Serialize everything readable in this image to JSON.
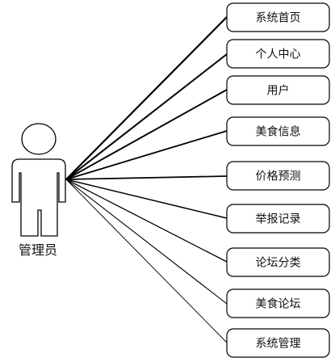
{
  "actor": {
    "name": "管理员"
  },
  "use_cases": [
    {
      "label": "系统首页"
    },
    {
      "label": "个人中心"
    },
    {
      "label": "用户"
    },
    {
      "label": "美食信息"
    },
    {
      "label": "价格预测"
    },
    {
      "label": "举报记录"
    },
    {
      "label": "论坛分类"
    },
    {
      "label": "美食论坛"
    },
    {
      "label": "系统管理"
    }
  ],
  "colors": {
    "stroke": "#000000",
    "box_fill": "#ffffff"
  }
}
